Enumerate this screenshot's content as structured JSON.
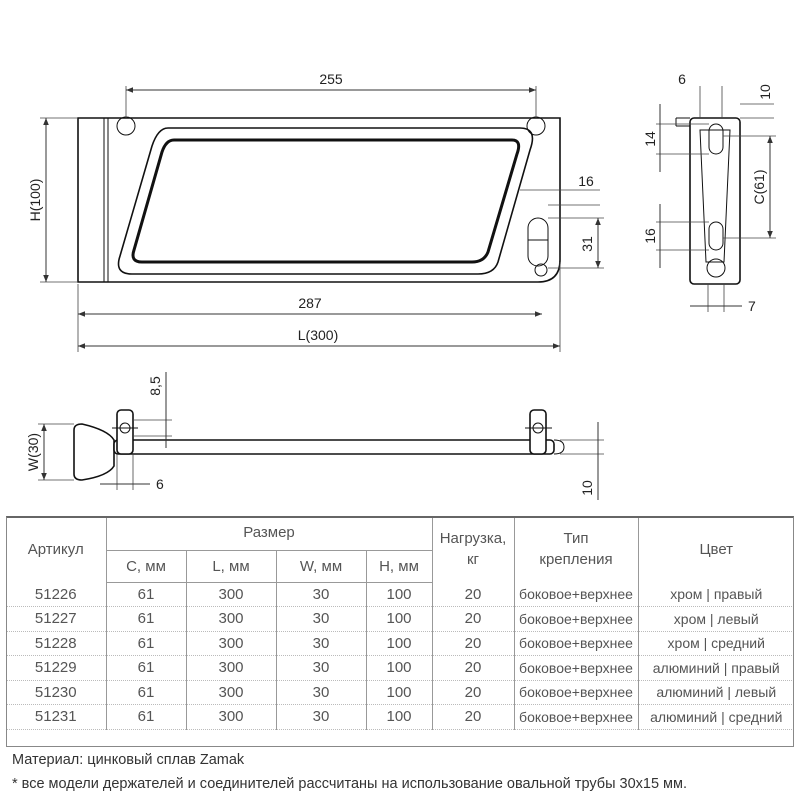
{
  "drawing": {
    "dims": {
      "front_width": "255",
      "height": "H(100)",
      "slot_width": "16",
      "slot_offset": "31",
      "inner_length": "287",
      "total_length": "L(300)",
      "side_thickness": "6",
      "side_top": "10",
      "side_hole_14": "14",
      "side_c": "C(61)",
      "side_hole_16": "16",
      "side_bottom": "7",
      "top_85": "8,5",
      "top_w": "W(30)",
      "top_6": "6",
      "top_10": "10"
    }
  },
  "table": {
    "header": {
      "article": "Артикул",
      "size": "Размер",
      "c": "C, мм",
      "l": "L, мм",
      "w": "W, мм",
      "h": "H, мм",
      "load_line1": "Нагрузка,",
      "load_line2": "кг",
      "mount_line1": "Тип",
      "mount_line2": "крепления",
      "color": "Цвет"
    },
    "rows": [
      {
        "article": "51226",
        "c": "61",
        "l": "300",
        "w": "30",
        "h": "100",
        "load": "20",
        "mount": "боковое+верхнее",
        "color": "хром | правый"
      },
      {
        "article": "51227",
        "c": "61",
        "l": "300",
        "w": "30",
        "h": "100",
        "load": "20",
        "mount": "боковое+верхнее",
        "color": "хром | левый"
      },
      {
        "article": "51228",
        "c": "61",
        "l": "300",
        "w": "30",
        "h": "100",
        "load": "20",
        "mount": "боковое+верхнее",
        "color": "хром | средний"
      },
      {
        "article": "51229",
        "c": "61",
        "l": "300",
        "w": "30",
        "h": "100",
        "load": "20",
        "mount": "боковое+верхнее",
        "color": "алюминий | правый"
      },
      {
        "article": "51230",
        "c": "61",
        "l": "300",
        "w": "30",
        "h": "100",
        "load": "20",
        "mount": "боковое+верхнее",
        "color": "алюминий | левый"
      },
      {
        "article": "51231",
        "c": "61",
        "l": "300",
        "w": "30",
        "h": "100",
        "load": "20",
        "mount": "боковое+верхнее",
        "color": "алюминий | средний"
      }
    ]
  },
  "notes": {
    "material": "Материал: цинковый сплав Zamak",
    "footnote": "* все модели держателей и соединителей рассчитаны на использование овальной трубы 30х15 мм."
  }
}
